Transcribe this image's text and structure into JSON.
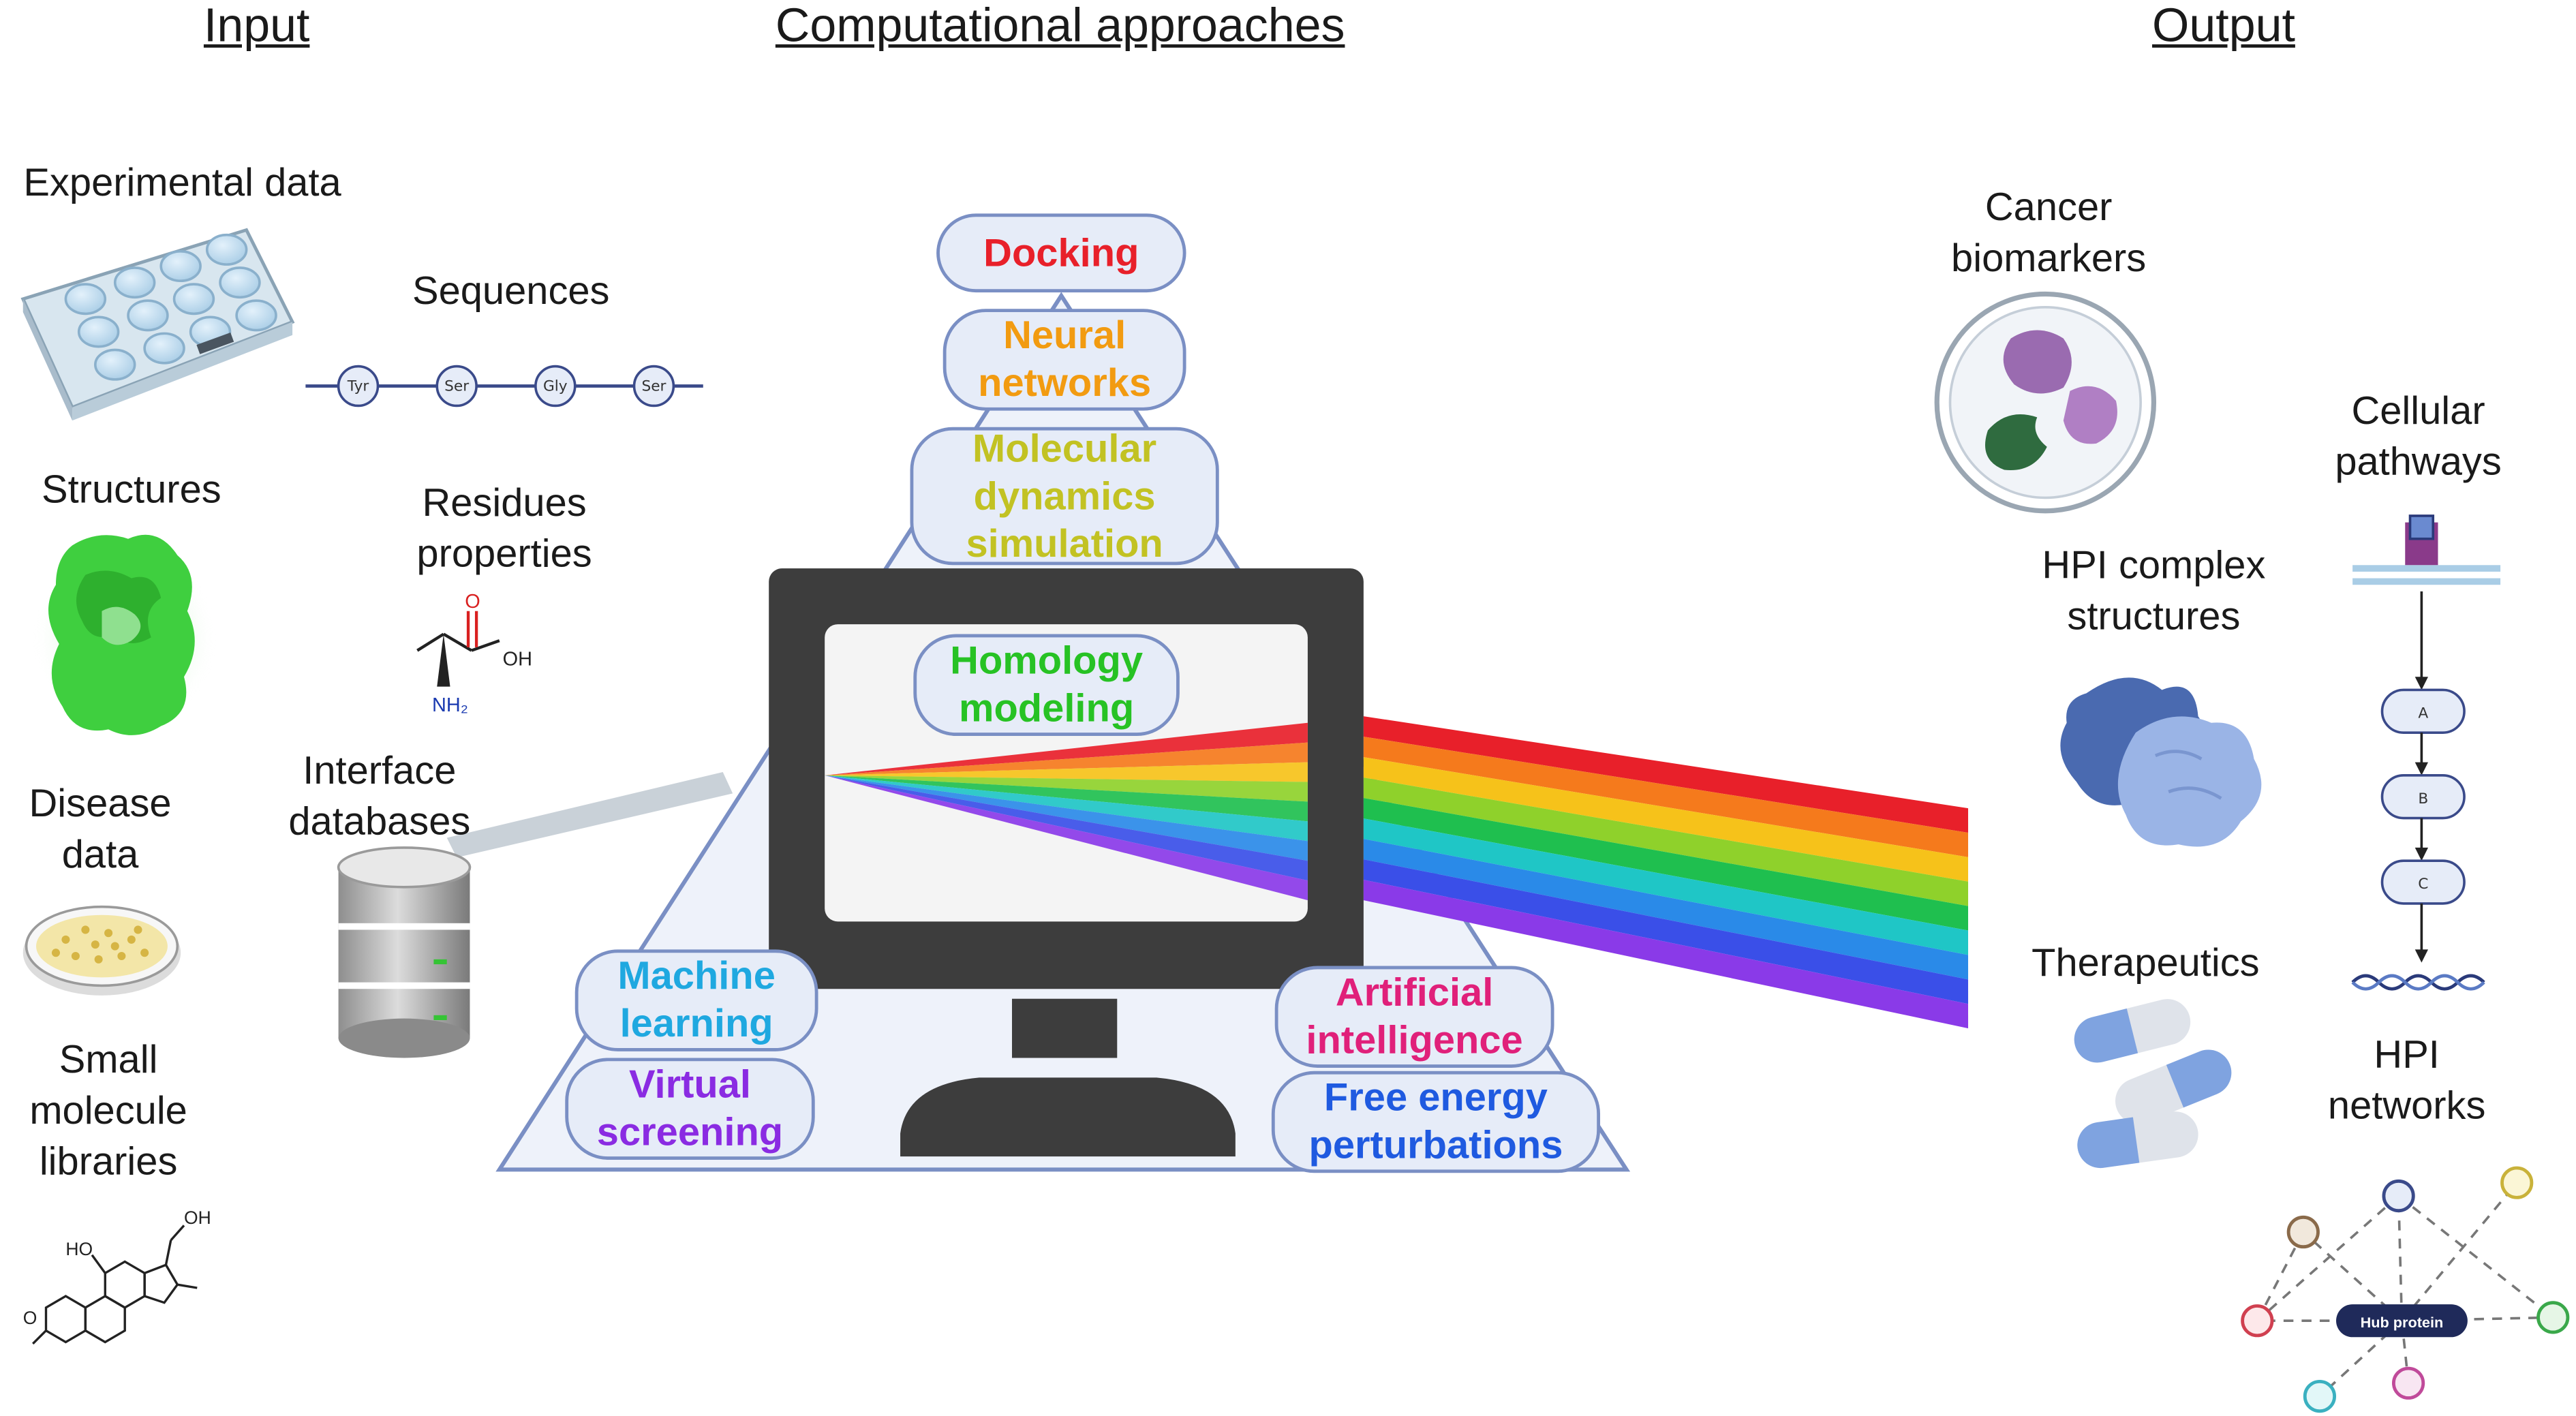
{
  "headers": {
    "input": "Input",
    "approaches": "Computational approaches",
    "output": "Output"
  },
  "inputs": {
    "experimental_data": "Experimental data",
    "sequences": "Sequences",
    "structures": "Structures",
    "residues_properties": "Residues\nproperties",
    "disease_data": "Disease\ndata",
    "interface_databases": "Interface\ndatabases",
    "small_molecule_libraries": "Small\nmolecule\nlibraries",
    "sequence_residues": [
      "Tyr",
      "Ser",
      "Gly",
      "Ser"
    ],
    "molecule_labels": {
      "oh": "OH",
      "nh2": "NH₂",
      "o": "O",
      "ho": "HO"
    }
  },
  "approaches": {
    "docking": {
      "label": "Docking",
      "color": "#e8202a"
    },
    "neural_networks": {
      "label": "Neural\nnetworks",
      "color": "#f29b11"
    },
    "molecular_dynamics": {
      "label": "Molecular\ndynamics\nsimulation",
      "color": "#c2c223"
    },
    "homology_modeling": {
      "label": "Homology\nmodeling",
      "color": "#27c224"
    },
    "machine_learning": {
      "label": "Machine\nlearning",
      "color": "#1fa8e0"
    },
    "virtual_screening": {
      "label": "Virtual\nscreening",
      "color": "#8a2be2"
    },
    "artificial_intelligence": {
      "label": "Artificial\nintelligence",
      "color": "#e0207a"
    },
    "free_energy": {
      "label": "Free energy\nperturbations",
      "color": "#1f5ae0"
    }
  },
  "outputs": {
    "cancer_biomarkers": "Cancer\nbiomarkers",
    "cellular_pathways": "Cellular\npathways",
    "hpi_complex_structures": "HPI complex\nstructures",
    "therapeutics": "Therapeutics",
    "hpi_networks": "HPI\nnetworks",
    "pathway_steps": [
      "A",
      "B",
      "C"
    ],
    "hub_protein": "Hub protein"
  },
  "colors": {
    "spectrum": [
      "#e8202a",
      "#f57a1c",
      "#f6c21a",
      "#8fd12b",
      "#1fbf4f",
      "#1fc6c6",
      "#2a8ae8",
      "#3a4fe8",
      "#8a3ae8"
    ],
    "pill_border": "#7a8fc4",
    "pill_fill": "#e6ecf8",
    "monitor": "#3d3d3d"
  }
}
